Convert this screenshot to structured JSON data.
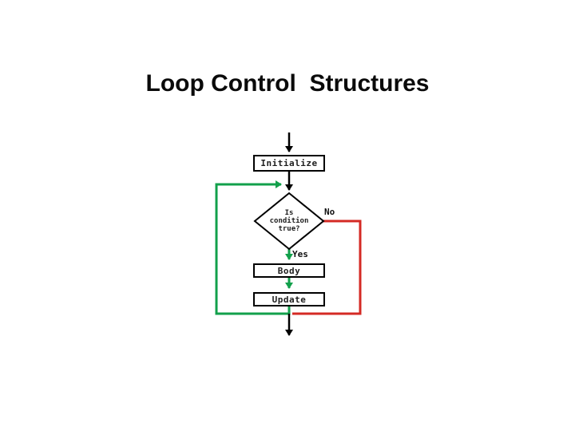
{
  "slide": {
    "title": "Loop Control  Structures"
  },
  "flowchart": {
    "nodes": {
      "initialize": "Initialize",
      "condition": [
        "Is",
        "condition",
        "true?"
      ],
      "body": "Body",
      "update": "Update"
    },
    "labels": {
      "no": "No",
      "yes": "Yes"
    },
    "colors": {
      "flow": "#000000",
      "loop_back": "#12a04b",
      "no_branch": "#d42a24"
    }
  }
}
